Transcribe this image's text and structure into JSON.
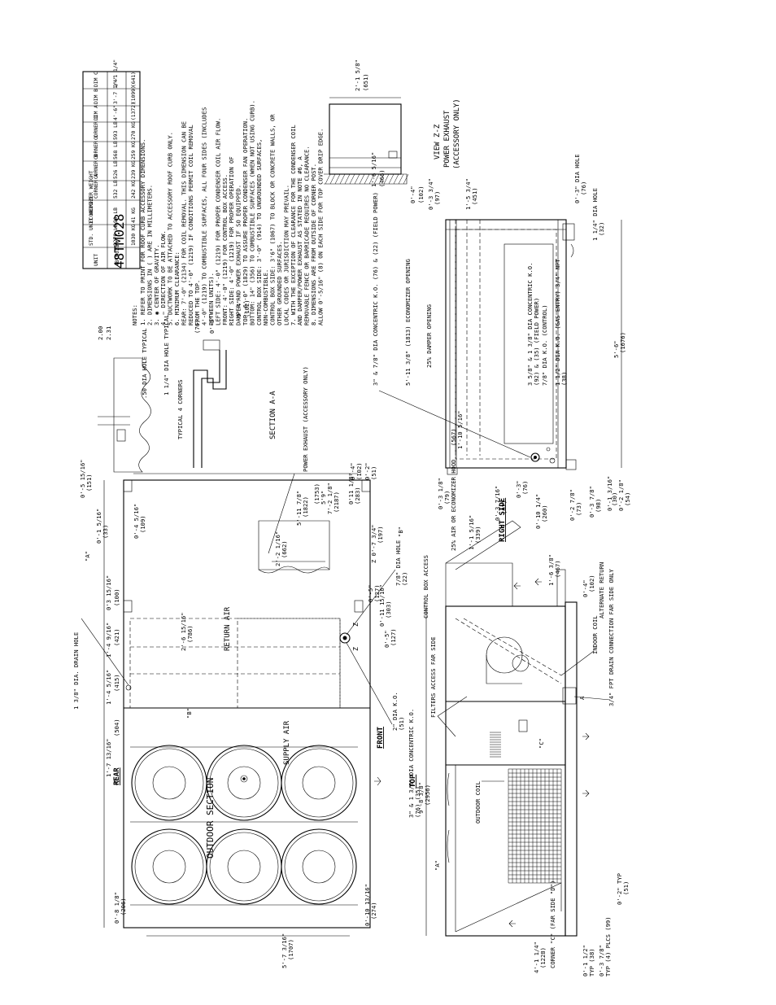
{
  "model": "48TM028",
  "table": {
    "headers": [
      "UNIT",
      "STD. UNIT WEIGHT",
      "ECONOMIZER WEIGHT",
      "CORNER A",
      "CORNER B",
      "CORNER C",
      "CORNER D",
      "DIM A",
      "DIM B",
      "DIM C"
    ],
    "row": {
      "unit": "48TM028",
      "std_weight": [
        "2270 LB",
        "1030 KG"
      ],
      "econ_weight": [
        "90 LB",
        "41 KG"
      ],
      "corner_a": [
        "532 LB",
        "242 KG"
      ],
      "corner_b": [
        "526 LB",
        "239 KG"
      ],
      "corner_c": [
        "568 LB",
        "259 KG"
      ],
      "corner_d": [
        "593 LB",
        "270 KG"
      ],
      "dim_a": [
        "4'-6\"",
        "(1372)"
      ],
      "dim_b": [
        "3'-7 1/4\"",
        "(1099)"
      ],
      "dim_c": [
        "2'-1 1/4\"",
        "(641)"
      ]
    }
  },
  "notes": {
    "heading": "NOTES:",
    "lines": [
      "1.  REFER TO PRINT FOR ROOF CURB ACCESSORY DIMENSIONS.",
      "2.  DIMENSIONS IN ( ) ARE IN MILLIMETERS.",
      "3.  ◉ CENTER OF GRAVITY.",
      "4.  ⇦ DIRECTION OF AIR FLOW.",
      "5.  DUCTWORK TO BE ATTACHED TO ACCESSORY ROOF CURB ONLY.",
      "6.  MINIMUM CLEARANCE:",
      "    REAR: 7'-0\" (2134) FOR COIL REMOVAL.  THIS DIMENSION CAN BE",
      "    REDUCED TO 4'-0\" (1219) IF CONDITIONS PERMIT COIL REMOVAL",
      "    FROM THE TOP.",
      "    4'-0\" (1219) TO COMBUSTIBLE SURFACES, ALL FOUR SIDES (INCLUDES",
      "    BETWEEN UNITS).",
      "    LEFT SIDE: 4'-0\" (1219) FOR PROPER CONDENSER COIL AIR FLOW.",
      "    FRONT: 4'-0\" (1219) FOR CONTROL BOX ACCESS.",
      "    RIGHT SIDE: 4'-0\" (1219) FOR PROPER OPERATION OF",
      "    DAMPER AND POWER EXHAUST IF SO EQUIPPED.",
      "    TOP: 6'-0\" (1829) TO ASSURE PROPER CONDENSER FAN OPERATION.",
      "    BOTTOM: 14\" (356) TO COMBUSTIBLE SURFACES (WHEN NOT USING CURB).",
      "    CONTROL BOX SIDE: 3'-0\" (914) TO UNGROUNDED SURFACES,",
      "    NON-COMBUSTIBLE.",
      "    CONTROL BOX SIDE: 3'6\" (1067) TO BLOCK OR CONCRETE WALLS, OR",
      "    OTHER GROUNDED SURFACES.",
      "    LOCAL CODES OR JURISDICTION MAY PREVAIL.",
      "7.  WITH THE EXCEPTION OF CLEARANCE FOR THE CONDENSER COIL",
      "    AND DAMPER/POWER EXHAUST AS STATED IN NOTE #6, A",
      "    REMOVABLE FENCE OR BARRICADE REQUIRES NO CLEARANCE.",
      "8.  DIMENSIONS ARE FROM OUTSIDE OF CORNER POST.",
      "    ALLOW 0'-5/16\" (8) ON EACH SIDE FOR TOP COVER DRIP EDGE."
    ]
  },
  "top_view": {
    "labels": {
      "rear": "REAR",
      "front": "FRONT",
      "outdoor_section": "OUTDOOR SECTION",
      "supply_air": "SUPPLY AIR",
      "return_air": "RETURN AIR",
      "view_name": "TOP",
      "power_exhaust": "POWER EXHAUST (ACCESSORY ONLY)",
      "drain_hole": "1 3/8\" DIA. DRAIN HOLE",
      "dia_ko": "2\" DIA K.O.",
      "concentric_ko": "3\" & 1 3/8\" DIA CONCENTRIC K.O.",
      "dia_hole_78": "7/8\" DIA HOLE",
      "marker_a": "\"A\"",
      "marker_b": "\"B\"",
      "z": "Z",
      "a_sec": "A"
    },
    "dims": {
      "d_8_1_8": "0'-8 1/8\"",
      "d_8_1_8_mm": "(206)",
      "d_10_13_16": "0'-10 13/16\"",
      "d_10_13_16_mm": "(274)",
      "d_5_7_3_16": "5'-7 3/16\"",
      "d_5_7_3_16_mm": "(1707)",
      "d_1_7_13_16": "1'-7 13/16\"",
      "d_1_7_13_16_mm": "(504)",
      "d_1_4_5_16": "1'-4 5/16\"",
      "d_1_4_5_16_mm": "(415)",
      "d_1_4_9_16": "1'-4 9/16\"",
      "d_1_4_9_16_mm": "(421)",
      "d_3_15_16": "0'3 15/16\"",
      "d_3_15_16_mm": "(100)",
      "d_1_5_16": "0'-1 5/16\"",
      "d_1_5_16_mm": "(33)",
      "d_4_5_16": "0'-4 5/16\"",
      "d_4_5_16_mm": "(109)",
      "d_5_15_16": "0'-5 15/16\"",
      "d_5_15_16_mm": "(151)",
      "d_7_2_1_8": "7'-2 1/8\"",
      "d_7_2_1_8_mm": "(2187)",
      "d_5_9": "5'9\"",
      "d_5_9_mm": "(1753)",
      "d_5_11_7_8": "5'-11 7/8\"",
      "d_5_11_7_8_mm": "(1822)",
      "d_2_2_1_16": "2'-2 1/16\"",
      "d_2_2_1_16_mm": "(662)",
      "d_2_6_15_16": "2'-6 15/16\"",
      "d_2_6_15_16_mm": "(786)",
      "d_7_3_4": "0'-7 3/4\"",
      "d_7_3_4_mm": "(197)",
      "d_11_1_8": "0'11 1/8\"",
      "d_11_1_8_mm": "(283)",
      "d_11_15_16": "0'-11 15/16\"",
      "d_11_15_16_mm": "(303)",
      "d_5": "0'-5\"",
      "d_5_mm": "(127)",
      "d_9_8_3_8": "9'-8 3/8\"",
      "d_9_8_3_8_mm": "(2956)",
      "d_1_10_5_16": "1'-10 5/16\"",
      "d_1_10_5_16_mm": "(567)",
      "d_4": "0'-4\"",
      "d_4_mm": "(102)",
      "d_2": "0'-2\"",
      "d_2_mm": "(51)",
      "d_2_dia": "2\"",
      "d_2_dia_mm": "(51)",
      "d_78_mm": "(22)",
      "d_3_mm": "(76) (35)",
      "z_dims": "Z 0'-7 3/4\""
    }
  },
  "section_a": {
    "title": "SECTION A-A",
    "typical": "TYPICAL 4 CORNERS",
    "hole50": ".50 DIA HOLE TYPICAL",
    "hole114": "1 1/4\" DIA HOLE TYPICAL",
    "d200": "2.00",
    "d231": "2.31",
    "d3": "0'-3\"",
    "d3_mm": "(76)",
    "d4": "0'-4\"",
    "d4_mm": "(102)"
  },
  "view_zz": {
    "title": "VIEW Z-Z",
    "sub1": "POWER EXHAUST",
    "sub2": "(ACCESSORY ONLY)",
    "d1": "2'-1 5/8\"",
    "d1_mm": "(651)",
    "d2": "1'-6 5/16\"",
    "d2_mm": "(466)",
    "d3": "0'-4\"",
    "d3_mm": "(102)"
  },
  "side_view": {
    "labels": {
      "right_side": "RIGHT SIDE",
      "control_box": "CONTROL BOX ACCESS",
      "filters": "FILTERS ACCESS FAR SIDE",
      "indoor_coil": "INDOOR COIL",
      "outdoor_coil": "OUTDOOR COIL",
      "alt_return": "ALTERNATE RETURN",
      "drain_conn": "3/4\" FPT DRAIN CONNECTION FAR SIDE ONLY",
      "corner_cd": "CORNER \"C\" (FAR SIDE \"D\")",
      "econ_hood": "25% AIR OR ECONOMIZER HOOD",
      "a_marker": "\"A\"",
      "c_marker": "\"C\"",
      "a_sec": "A"
    },
    "dims": {
      "d_4_1_4": "4'-1 1/4\"",
      "d_4_1_4_mm": "(1228)",
      "d_1_1_2": "0'-1 1/2\"",
      "d_1_1_2_mm": "TYP (38)",
      "d_3_7_8": "0'-3 7/8\"",
      "d_3_7_8_mm": "TYP (4) PLCS (99)",
      "d_2_typ": "0'-2\" TYP",
      "d_2_typ_mm": "(51)",
      "d_1_1_5_16": "1'-1 5/16\"",
      "d_1_1_5_16_mm": "(339)",
      "d_1_6_3_8": "1'-6 3/8\"",
      "d_1_6_3_8_mm": "(467)",
      "d_3_7_16": "0'-3 7/16\"",
      "d_3_7_16_mm": "(87)",
      "d_3_1_8": "0'-3 1/8\"",
      "d_3_1_8_mm": "(79)",
      "d_4": "0'-4\"",
      "d_4_mm": "(102)",
      "d_10_1_4": "0'-10 1/4\"",
      "d_10_1_4_mm": "(260)",
      "d_2_7_8": "0'-2 7/8\"",
      "d_2_7_8_mm": "(73)",
      "d_3_7_8b": "0'-3 7/8\"",
      "d_3_7_8b_mm": "(98)",
      "d_1_3_16": "0'-1 3/16\"",
      "d_1_3_16_mm": "(30)",
      "d_2_1_8": "0'-2 1/8\"",
      "d_2_1_8_mm": "(54)",
      "d_3": "0'-3\"",
      "d_3_mm": "(76)",
      "d_5_6": "5'-6\"",
      "d_5_6_mm": "(1676)",
      "d_5_11_3_8": "5'-11 3/8\"",
      "d_5_11_3_8_mm": "(1813)",
      "d_1_5_3_4": "1'-5 3/4\"",
      "d_1_5_3_4_mm": "(451)",
      "d_3_3_4": "0'-3 3/4\"",
      "d_3_3_4_mm": "(97)",
      "d_3_r": "0'-3\"",
      "d_3_r_mm": "(76)"
    },
    "callouts": {
      "econ_opening": "5'-11 3/8\" (1813) ECONOMIZER OPENING",
      "damper_opening": "25% DAMPER OPENING",
      "field_power": "3\" & 7/8\" DIA CONCENTRIC K.O. (76) & (22) (FIELD POWER)",
      "concentric_2": "3 5/8\" & 1 3/8\" DIA CONCENTRIC K.O.",
      "concentric_2b": "(92) & (35) (FIELD POWER)",
      "ko_control": "7/8\" DIA K.O. (CONTROL)",
      "ko_gas": "1 1/2\" DIA K.O. (GAS ENTRY) 3/4\" NPT",
      "ko_gas_mm": "(38)",
      "hole_114": "1 1/4\" DIA HOLE",
      "hole_114_mm": "(32)",
      "hole_3": "0'-3\" DIA HOLE",
      "hole_3_mm": "(76)"
    }
  }
}
